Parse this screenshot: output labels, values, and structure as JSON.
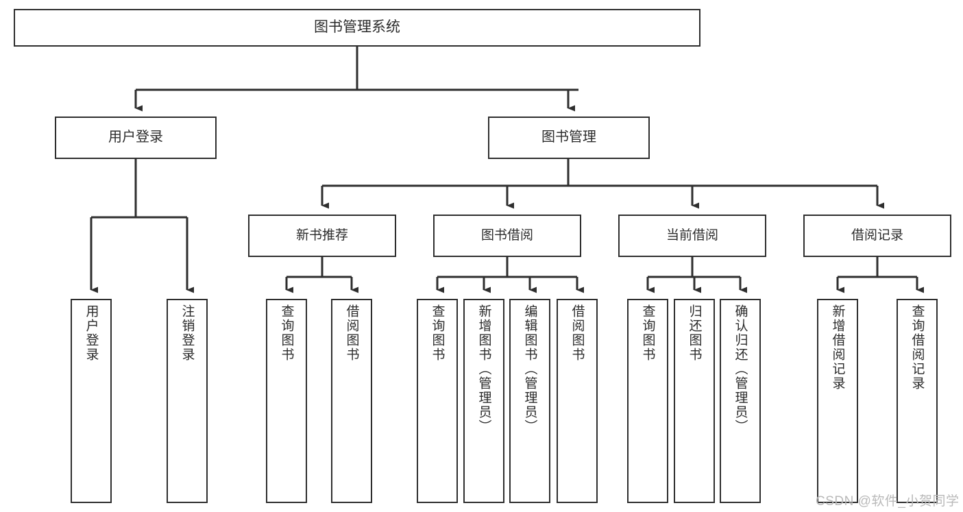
{
  "diagram": {
    "type": "tree-hierarchy",
    "title": "图书管理系统",
    "orientation": "top-down",
    "line_color": "#2e2e2e",
    "box_fill": "#ffffff",
    "text_color": "#2b2b2b"
  },
  "root": {
    "label": "图书管理系统"
  },
  "level2": [
    {
      "label": "用户登录"
    },
    {
      "label": "图书管理"
    }
  ],
  "level3": [
    {
      "label": "新书推荐"
    },
    {
      "label": "图书借阅"
    },
    {
      "label": "当前借阅"
    },
    {
      "label": "借阅记录"
    }
  ],
  "leaves": {
    "user_login": [
      {
        "label": "用户登录"
      },
      {
        "label": "注销登录"
      }
    ],
    "new_book_recommend": [
      {
        "label": "查询图书"
      },
      {
        "label": "借阅图书"
      }
    ],
    "book_borrow": [
      {
        "label": "查询图书"
      },
      {
        "label": "新增图书（管理员）"
      },
      {
        "label": "编辑图书（管理员）"
      },
      {
        "label": "借阅图书"
      }
    ],
    "current_borrow": [
      {
        "label": "查询图书"
      },
      {
        "label": "归还图书"
      },
      {
        "label": "确认归还（管理员）"
      }
    ],
    "borrow_record": [
      {
        "label": "新增借阅记录"
      },
      {
        "label": "查询借阅记录"
      }
    ]
  },
  "watermark": {
    "text": "CSDN @软件_小贺同学"
  }
}
